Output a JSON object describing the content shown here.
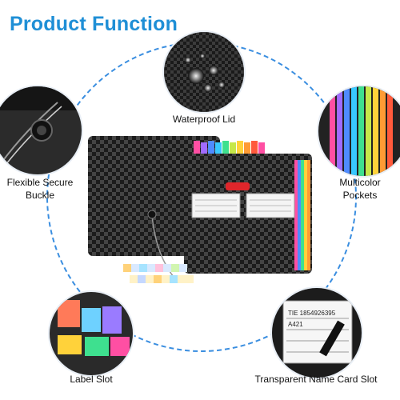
{
  "heading": "Product Function",
  "features": {
    "waterproof_lid": "Waterproof Lid",
    "secure_buckle": [
      "Flexible Secure",
      "Buckle"
    ],
    "multicolor_pockets": [
      "Multicolor",
      "Pockets"
    ],
    "label_slot": "Label Slot",
    "name_card_slot": "Transparent Name Card Slot"
  },
  "card_text": {
    "card_line_1": "TIE 1854926395",
    "card_line_2": "A421"
  },
  "colors": {
    "heading": "#1f8fd6",
    "ring": "#3a8ee0",
    "folder_body": "#2a2a2a",
    "clasp": "#e0262b"
  }
}
